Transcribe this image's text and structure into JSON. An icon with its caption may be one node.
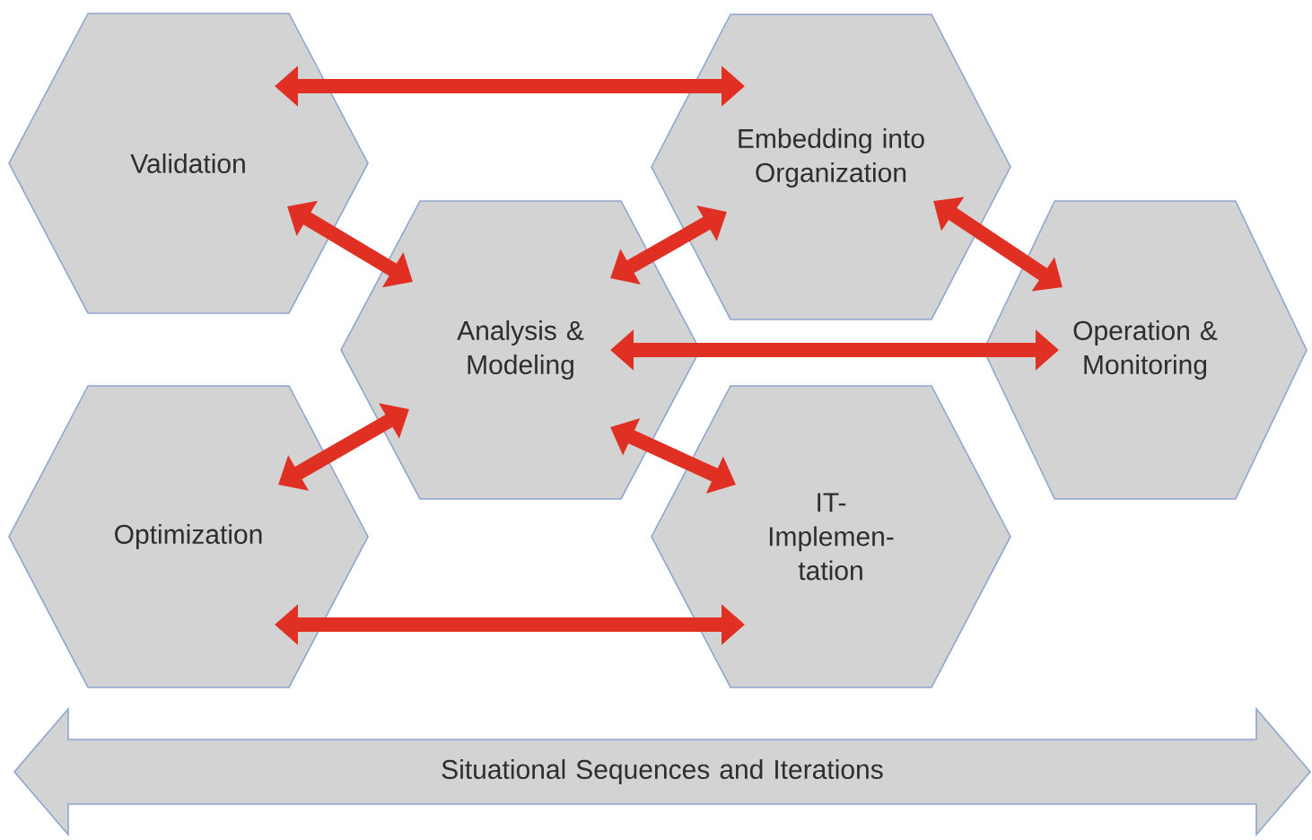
{
  "diagram": {
    "nodes": [
      {
        "text": [
          "Validation"
        ]
      },
      {
        "text": [
          "Embedding into Organization"
        ]
      },
      {
        "text": [
          "Analysis & Modeling"
        ]
      },
      {
        "text": [
          "Operation & Monitoring"
        ]
      },
      {
        "text": [
          "Optimization"
        ]
      },
      {
        "text": [
          "IT- Implemen- tation"
        ]
      },
      {
        "text": [
          "Situational Sequences and Iterations"
        ]
      }
    ],
    "edges": [
      {
        "from": 0,
        "to": 1,
        "arrow": "both"
      },
      {
        "from": 0,
        "to": 2,
        "arrow": "both"
      },
      {
        "from": 1,
        "to": 2,
        "arrow": "both"
      },
      {
        "from": 1,
        "to": 3,
        "arrow": "both"
      },
      {
        "from": 2,
        "to": 3,
        "arrow": "both"
      },
      {
        "from": 2,
        "to": 4,
        "arrow": "both"
      },
      {
        "from": 2,
        "to": 5,
        "arrow": "both"
      },
      {
        "from": 4,
        "to": 5,
        "arrow": "both"
      }
    ]
  }
}
